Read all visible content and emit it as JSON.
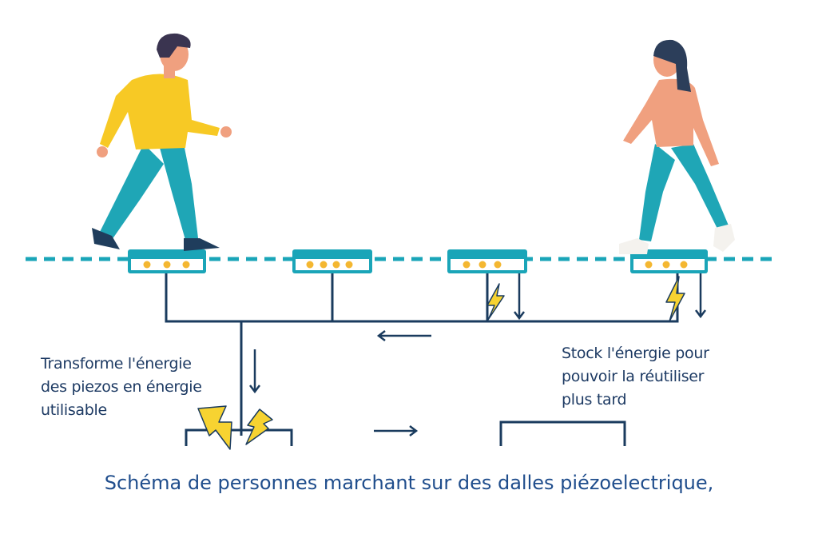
{
  "labels": {
    "transform": [
      "Transforme l'énergie",
      "des piezos en énergie",
      "utilisable"
    ],
    "stock": [
      "Stock l'énergie pour",
      "pouvoir la réutiliser",
      "plus tard"
    ]
  },
  "caption": "Schéma de personnes marchant sur des dalles piézoelectrique,",
  "colors": {
    "line": "#1a3b5e",
    "tile": "#1aa5b8",
    "dot": "#f4b731",
    "bolt": "#f7d331",
    "shirt": "#f7c925",
    "pants": "#1fa6b6",
    "skin": "#f0a07f"
  }
}
